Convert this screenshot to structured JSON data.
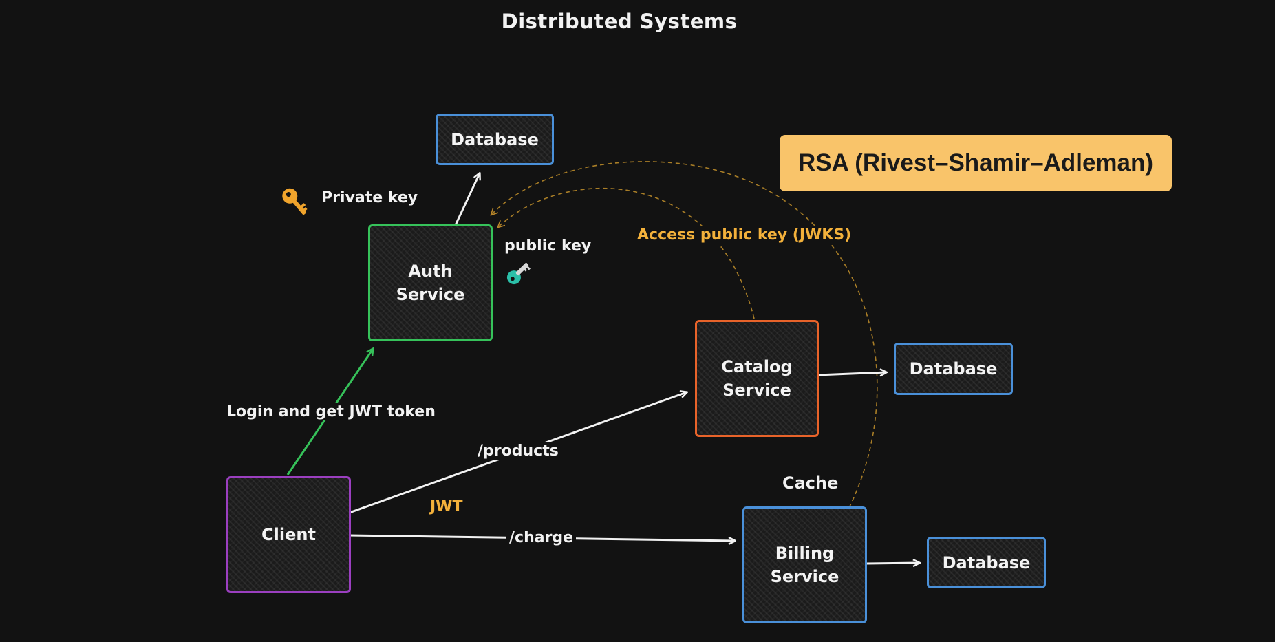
{
  "title": "Distributed Systems",
  "banner": "RSA (Rivest–Shamir–Adleman)",
  "nodes": {
    "auth": "Auth\nService",
    "auth_db": "Database",
    "catalog": "Catalog\nService",
    "catalog_db": "Database",
    "billing": "Billing\nService",
    "billing_db": "Database",
    "client": "Client"
  },
  "labels": {
    "private_key": "Private key",
    "public_key": "public key",
    "jwks": "Access public key (JWKS)",
    "login": "Login and get JWT token",
    "products": "/products",
    "charge": "/charge",
    "jwt": "JWT",
    "cache": "Cache"
  },
  "icons": {
    "private_key": "key-icon",
    "public_key": "key-icon"
  },
  "colors": {
    "background": "#121212",
    "auth_border": "#36c25a",
    "database_border": "#4a90d9",
    "catalog_border": "#e8632a",
    "billing_border": "#4a90d9",
    "client_border": "#9b3fc0",
    "private_key_icon": "#f0a42c",
    "public_key_icon": "#2bbfa8",
    "banner_bg": "#f9c46a",
    "accent_text": "#f3b13b"
  }
}
